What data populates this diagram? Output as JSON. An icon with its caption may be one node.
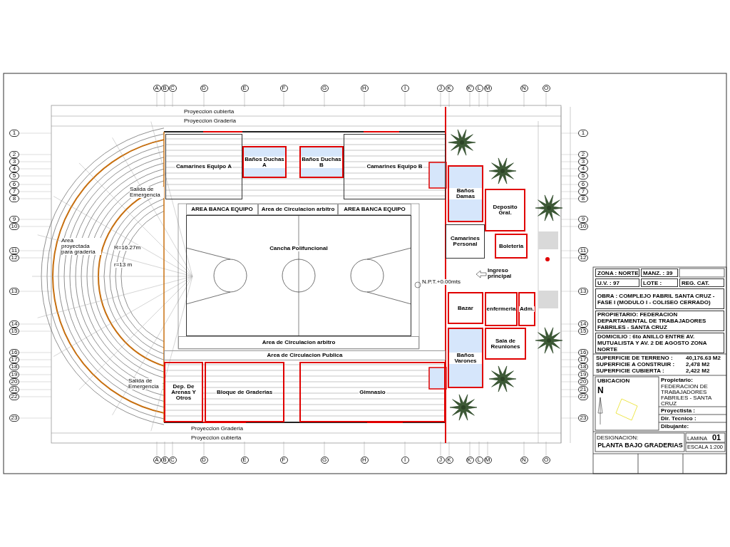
{
  "diagram": {
    "nodes": [
      {
        "text": [
          "Camarines Equipo A"
        ]
      },
      {
        "text": [
          "Baños Duchas A"
        ]
      },
      {
        "text": [
          "Baños Duchas B"
        ]
      },
      {
        "text": [
          "Camarines Equipo B"
        ]
      },
      {
        "text": [
          "AREA BANCA EQUIPO"
        ]
      },
      {
        "text": [
          "Area de Circulacion arbitro"
        ]
      },
      {
        "text": [
          "AREA BANCA EQUIPO"
        ]
      },
      {
        "text": [
          "Cancha Polifuncional"
        ]
      },
      {
        "text": [
          "Area de Circulacion arbitro"
        ]
      },
      {
        "text": [
          "Area de Circulacion Publica"
        ]
      },
      {
        "text": [
          "Dep. De Arenas Y Otros"
        ]
      },
      {
        "text": [
          "Bloque de Graderias"
        ]
      },
      {
        "text": [
          "Gimnasio"
        ]
      },
      {
        "text": [
          "Baños Damas"
        ]
      },
      {
        "text": [
          "Deposito Gral."
        ]
      },
      {
        "text": [
          "Camarines Personal"
        ]
      },
      {
        "text": [
          "Boleteria"
        ]
      },
      {
        "text": [
          "Bazar"
        ]
      },
      {
        "text": [
          "enfermeria"
        ]
      },
      {
        "text": [
          "Adm."
        ]
      },
      {
        "text": [
          "Baños Varones"
        ]
      },
      {
        "text": [
          "Sala de Reuniones"
        ]
      }
    ],
    "labels": [
      "A",
      "B",
      "C",
      "D",
      "E",
      "F",
      "G",
      "H",
      "I",
      "J",
      "K",
      "K'",
      "L",
      "M",
      "N",
      "O",
      "Proyeccion cubierta",
      "Proyeccion Graderia",
      "1",
      "2",
      "3",
      "4",
      "5",
      "6",
      "7",
      "8",
      "9",
      "10",
      "11",
      "12",
      "13",
      "14",
      "15",
      "16",
      "17",
      "18",
      "19",
      "20",
      "21",
      "22",
      "23",
      "1",
      "2",
      "3",
      "4",
      "5",
      "6",
      "7",
      "8",
      "9",
      "10",
      "11",
      "12",
      "13",
      "14",
      "15",
      "16",
      "17",
      "18",
      "19",
      "20",
      "21",
      "22",
      "23",
      "Salida de Emergencia",
      "Area proyectada para graderia",
      "R=16.27m",
      "r=13 m",
      "N.P.T.+0.00mts",
      "Ingreso principal",
      "Salida de Emergencia",
      "Proyeccion Graderia",
      "Proyeccion cubierta",
      "A",
      "B",
      "C",
      "D",
      "E",
      "F",
      "G",
      "H",
      "I",
      "J",
      "K",
      "K'",
      "L",
      "M",
      "N",
      "O",
      "ZONA : NORTE",
      "MANZ. : 39",
      "U.V. : 97",
      "LOTE :",
      "REG. CAT.",
      "OBRA : COMPLEJO FABRIL SANTA CRUZ - FASE I (MODULO I - COLISEO CERRADO)",
      "PROPIETARIO: FEDERACION DEPARTAMENTAL DE TRABAJADORES FABRILES - SANTA CRUZ",
      "DOMICILIO : 6to ANILLO ENTRE AV. MUTUALISTA Y AV. 2 DE AGOSTO ZONA NORTE",
      "SUPERFICIE DE TERRENO :",
      "40,176.63 M2",
      "SUPERFICIE A CONSTRUIR :",
      "2,478 M2",
      "SUPERFICIE CUBIERTA :",
      "2,422 M2",
      "UBICACION",
      "N",
      "Propietario:",
      "FEDERACION DE TRABAJADORES FABRILES - SANTA CRUZ",
      "Proyectista :",
      "Dir. Tecnico :",
      "Dibujante:",
      "DESIGNACION:",
      "PLANTA BAJO GRADERIAS",
      "LAMINA",
      "01",
      "ESCALA 1:200"
    ]
  }
}
